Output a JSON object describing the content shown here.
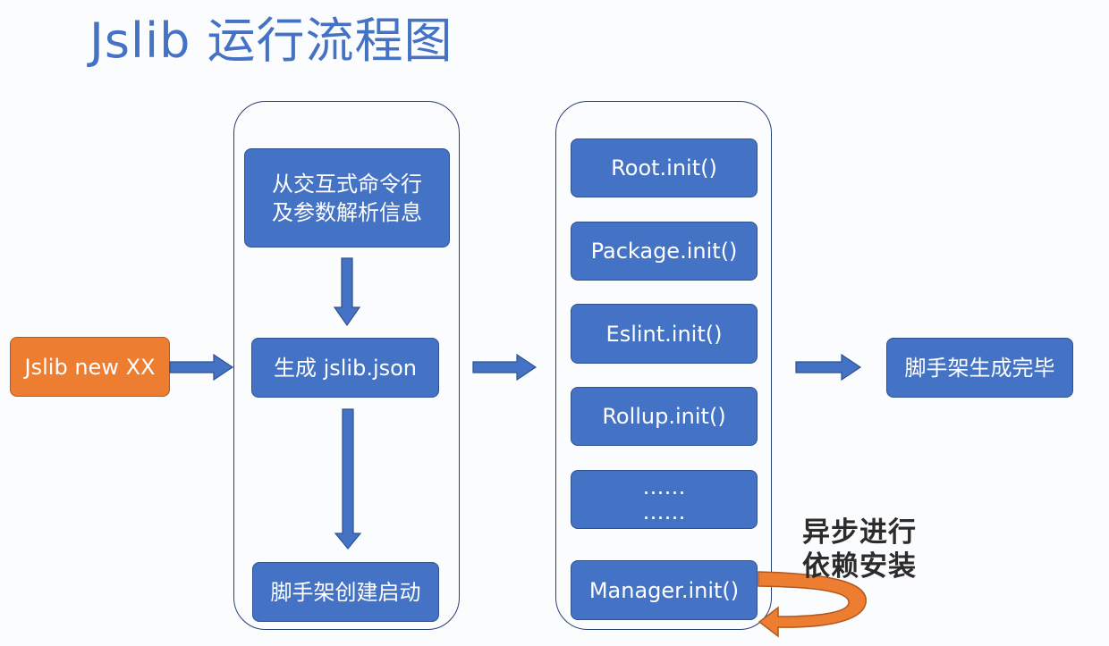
{
  "title": "Jslib 运行流程图",
  "nodes": {
    "start": "Jslib new XX",
    "parse": "从交互式命令行\n及参数解析信息",
    "generate_json": "生成 jslib.json",
    "scaffold_launch": "脚手架创建启动",
    "root_init": "Root.init()",
    "package_init": "Package.init()",
    "eslint_init": "Eslint.init()",
    "rollup_init": "Rollup.init()",
    "ellipsis": "……\n……",
    "manager_init": "Manager.init()",
    "done": "脚手架生成完毕"
  },
  "note": "异步进行\n依赖安装",
  "colors": {
    "title": "#4472c4",
    "box_fill": "#4472c4",
    "box_border": "#2f528f",
    "start_fill": "#ed7d31",
    "arrow": "#4472c4",
    "arrow_border": "#2f528f",
    "curved_arrow": "#ed7d31",
    "container_border": "#27406d"
  }
}
